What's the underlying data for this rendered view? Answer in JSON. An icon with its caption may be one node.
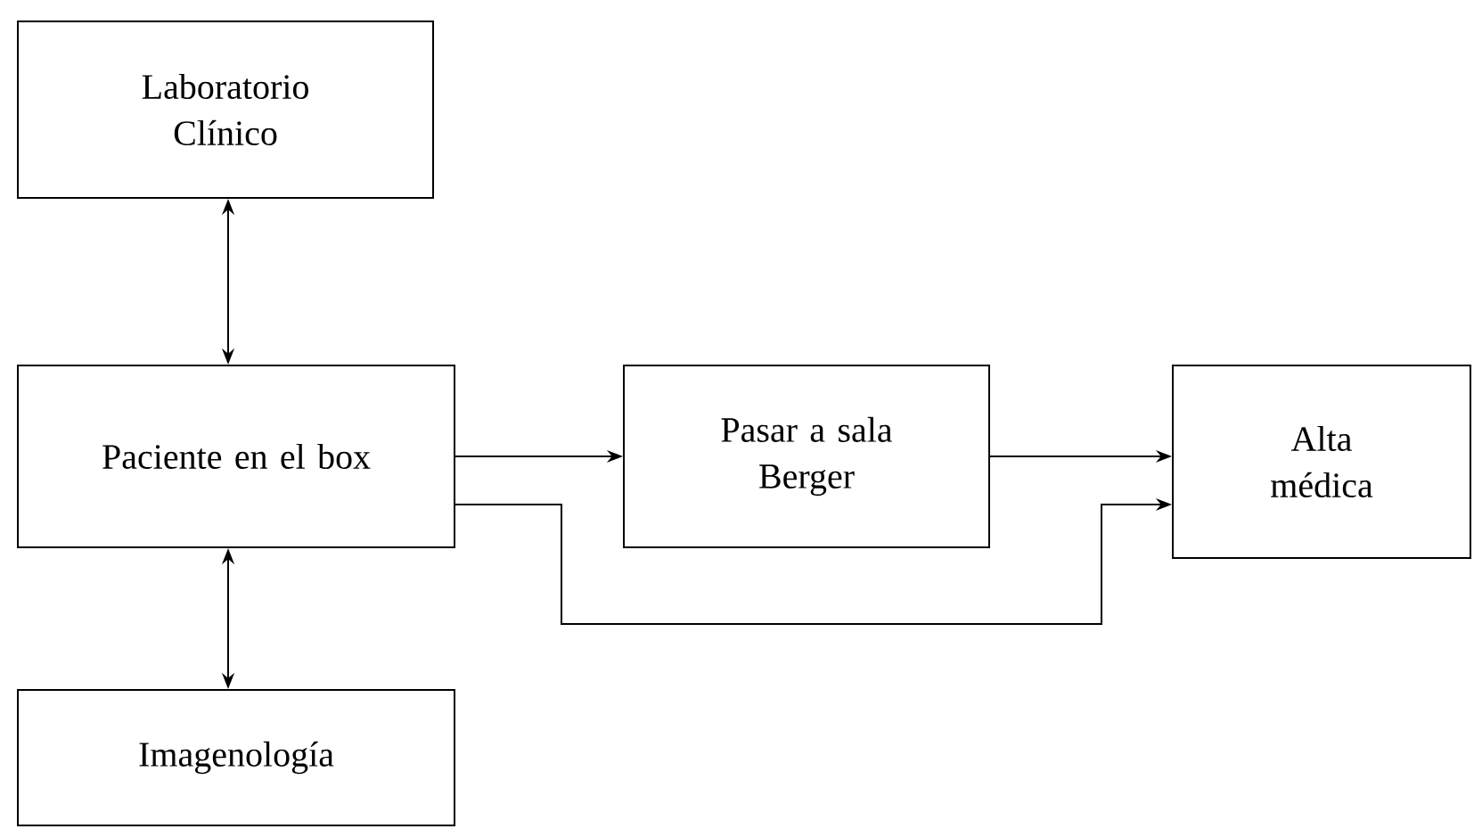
{
  "diagram": {
    "nodes": [
      {
        "text": [
          "Laboratorio Clínico"
        ]
      },
      {
        "text": [
          "Paciente en el box"
        ]
      },
      {
        "text": [
          "Pasar a sala Berger"
        ]
      },
      {
        "text": [
          "Alta médica"
        ]
      },
      {
        "text": [
          "Imagenología"
        ]
      }
    ],
    "edges": [
      {
        "from": 0,
        "to": 1,
        "arrow": "both"
      },
      {
        "from": 1,
        "to": 2,
        "arrow": "to"
      },
      {
        "from": 2,
        "to": 3,
        "arrow": "to"
      },
      {
        "from": 1,
        "to": 3,
        "arrow": "to"
      },
      {
        "from": 1,
        "to": 4,
        "arrow": "both"
      }
    ]
  }
}
